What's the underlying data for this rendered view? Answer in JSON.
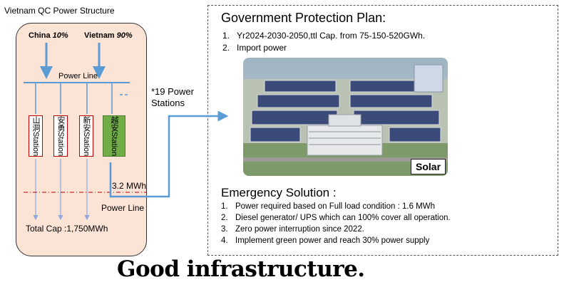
{
  "title": "Vietnam QC Power Structure",
  "suppliers": [
    {
      "name": "China",
      "pct": "10%"
    },
    {
      "name": "Vietnam",
      "pct": "90%"
    }
  ],
  "power_line_top": "Power Line",
  "stations": [
    "山洞Station",
    "安勇Station",
    "新安Station",
    "越安Station"
  ],
  "stations_note": "*19 Power Stations",
  "connection_value": "3.2 MWh",
  "power_line_bottom": "Power Line",
  "total_capacity": "Total Cap :1,750MWh",
  "government": {
    "title": "Government Protection Plan:",
    "items": [
      {
        "num": "1.",
        "text": "Yr2024-2030-2050,ttl Cap. from 75-150-520GWh."
      },
      {
        "num": "2.",
        "text": "Import power"
      }
    ]
  },
  "photo_label": "Solar",
  "emergency": {
    "title": "Emergency Solution :",
    "items": [
      {
        "num": "1.",
        "text": "Power required based on Full load condition : 1.6 MWh"
      },
      {
        "num": "2.",
        "text": "Diesel generator/ UPS which can 100% cover all operation."
      },
      {
        "num": "3.",
        "text": "Zero power interruption since 2022."
      },
      {
        "num": "4.",
        "text": "Implement green power and reach 30% power supply"
      }
    ]
  },
  "footer": "Good infrastructure.",
  "colors": {
    "panel_bg": "#fbe3d6",
    "arrow_blue": "#5b9bd5",
    "station_border": "#c00000",
    "highlight_station": "#70ad47",
    "dash_red": "#c00000"
  }
}
